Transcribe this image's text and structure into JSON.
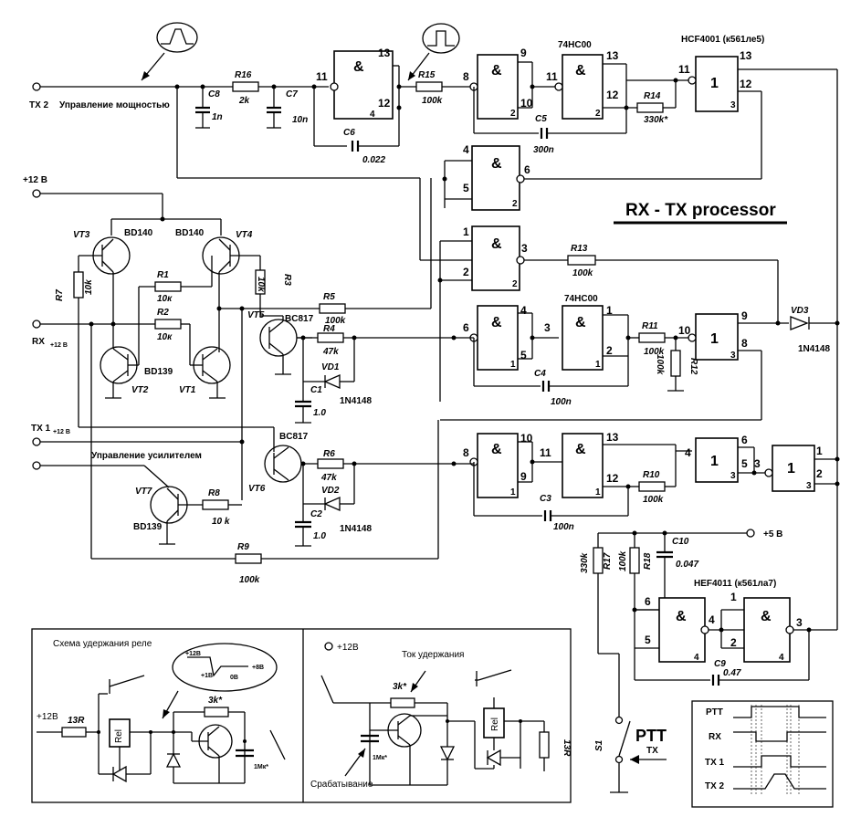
{
  "title": "RX - TX processor",
  "terminals": {
    "tx2": "TX 2",
    "tx2_desc": "Управление мощностью",
    "p12": "+12 В",
    "rx": "RX",
    "rx_sub": "+12 В",
    "tx1": "TX 1",
    "tx1_sub": "+12 В",
    "amp_ctrl": "Управление усилителем",
    "p5": "+5 В"
  },
  "ic_labels": {
    "u74hc00_a": "74HC00",
    "u74hc00_b": "74HC00",
    "hcf4001": "HCF4001 (к561ле5)",
    "hef4011": "HEF4011 (к561ла7)"
  },
  "gate_symbols": {
    "nand": "&",
    "nor": "1"
  },
  "transistors": {
    "vt3": "VT3",
    "vt3_type": "BD140",
    "vt4": "VT4",
    "vt4_type": "BD140",
    "vt2": "VT2",
    "vt2_type": "BD139",
    "vt1": "VT1",
    "vt5": "VT5",
    "vt5_type": "BC817",
    "vt6": "VT6",
    "vt6_type": "BC817",
    "vt7": "VT7",
    "vt7_type": "BD139"
  },
  "resistors": {
    "r1": "R1",
    "r1v": "10к",
    "r2": "R2",
    "r2v": "10к",
    "r3": "R3",
    "r3v": "10k",
    "r4": "R4",
    "r4v": "47k",
    "r5": "R5",
    "r5v": "100k",
    "r6": "R6",
    "r6v": "47k",
    "r7": "R7",
    "r7v": "10k",
    "r8": "R8",
    "r8v": "10 k",
    "r9": "R9",
    "r9v": "100k",
    "r10": "R10",
    "r10v": "100k",
    "r11": "R11",
    "r11v": "100k",
    "r12": "R12",
    "r12v": "100k",
    "r13": "R13",
    "r13v": "100k",
    "r14": "R14",
    "r14v": "330k*",
    "r15": "R15",
    "r15v": "100k",
    "r16": "R16",
    "r16v": "2k",
    "r17": "R17",
    "r17v": "330k",
    "r18": "R18",
    "r18v": "100k"
  },
  "capacitors": {
    "c1": "C1",
    "c1v": "1.0",
    "c2": "C2",
    "c2v": "1.0",
    "c3": "C3",
    "c3v": "100n",
    "c4": "C4",
    "c4v": "100n",
    "c5": "C5",
    "c5v": "300n",
    "c6": "C6",
    "c6v": "0.022",
    "c7": "C7",
    "c7v": "10n",
    "c8": "C8",
    "c8v": "1n",
    "c9": "C9",
    "c9v": "0.47",
    "c10": "C10",
    "c10v": "0.047"
  },
  "diodes": {
    "vd1": "VD1",
    "vd1t": "1N4148",
    "vd2": "VD2",
    "vd2t": "1N4148",
    "vd3": "VD3",
    "vd3t": "1N4148"
  },
  "ptt": {
    "label": "PTT",
    "tx": "TX",
    "switch": "S1"
  },
  "inset_left": {
    "title": "Схема удержания реле",
    "supply": "+12В",
    "r13": "13R",
    "relay": "Rel",
    "r": "3k*",
    "cap": "1Мк*",
    "bubble_top": "+12В",
    "bubble_mid": "+1В",
    "bubble_right": "+8В",
    "bubble_zero": "0В"
  },
  "inset_mid": {
    "supply": "+12В",
    "hold_current": "Ток удержания",
    "r": "3k*",
    "cap": "1Мк*",
    "relay": "Rel",
    "r13": "13R",
    "trigger": "Срабатывание"
  },
  "timing": {
    "rows": [
      "PTT",
      "RX",
      "TX 1",
      "TX 2"
    ]
  },
  "pins": {
    "p1": "1",
    "p2": "2",
    "p3": "3",
    "p4": "4",
    "p5": "5",
    "p6": "6",
    "p8": "8",
    "p9": "9",
    "p10": "10",
    "p11": "11",
    "p12": "12",
    "p13": "13"
  }
}
